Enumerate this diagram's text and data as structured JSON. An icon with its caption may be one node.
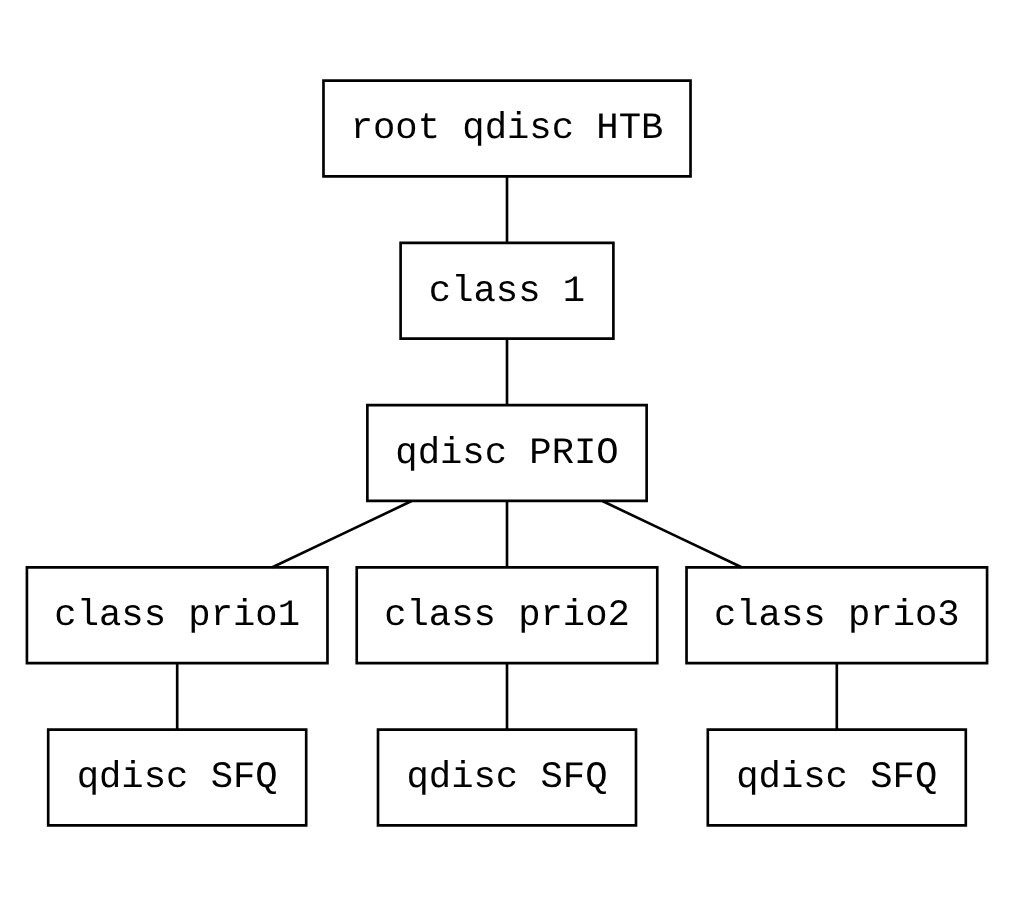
{
  "diagram": {
    "nodes": [
      {
        "text": [
          "root qdisc HTB"
        ]
      },
      {
        "text": [
          "class 1"
        ]
      },
      {
        "text": [
          "qdisc PRIO"
        ]
      },
      {
        "text": [
          "class prio1"
        ]
      },
      {
        "text": [
          "class prio2"
        ]
      },
      {
        "text": [
          "class prio3"
        ]
      },
      {
        "text": [
          "qdisc SFQ"
        ]
      },
      {
        "text": [
          "qdisc SFQ"
        ]
      },
      {
        "text": [
          "qdisc SFQ"
        ]
      }
    ],
    "edges": [
      {
        "from": 0,
        "to": 1,
        "arrow": "none"
      },
      {
        "from": 1,
        "to": 2,
        "arrow": "none"
      },
      {
        "from": 2,
        "to": 3,
        "arrow": "none"
      },
      {
        "from": 2,
        "to": 4,
        "arrow": "none"
      },
      {
        "from": 2,
        "to": 5,
        "arrow": "none"
      },
      {
        "from": 3,
        "to": 6,
        "arrow": "none"
      },
      {
        "from": 4,
        "to": 7,
        "arrow": "none"
      },
      {
        "from": 5,
        "to": 8,
        "arrow": "none"
      }
    ]
  }
}
